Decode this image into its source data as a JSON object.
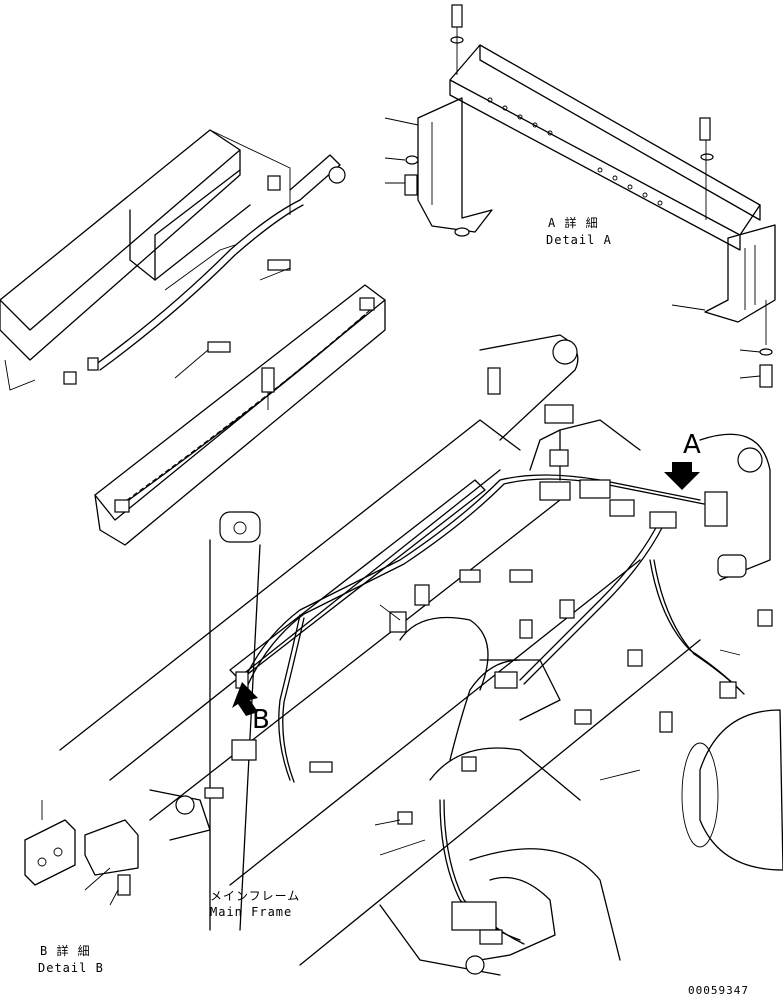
{
  "labels": {
    "detail_a_jp": "A 詳 細",
    "detail_a_en": "Detail A",
    "detail_b_jp": "B 詳 細",
    "detail_b_en": "Detail B",
    "main_frame_jp": "メインフレーム",
    "main_frame_en": "Main Frame",
    "callout_a": "A",
    "callout_b": "B",
    "drawing_number": "00059347"
  },
  "colors": {
    "line": "#000000",
    "background": "#ffffff"
  }
}
